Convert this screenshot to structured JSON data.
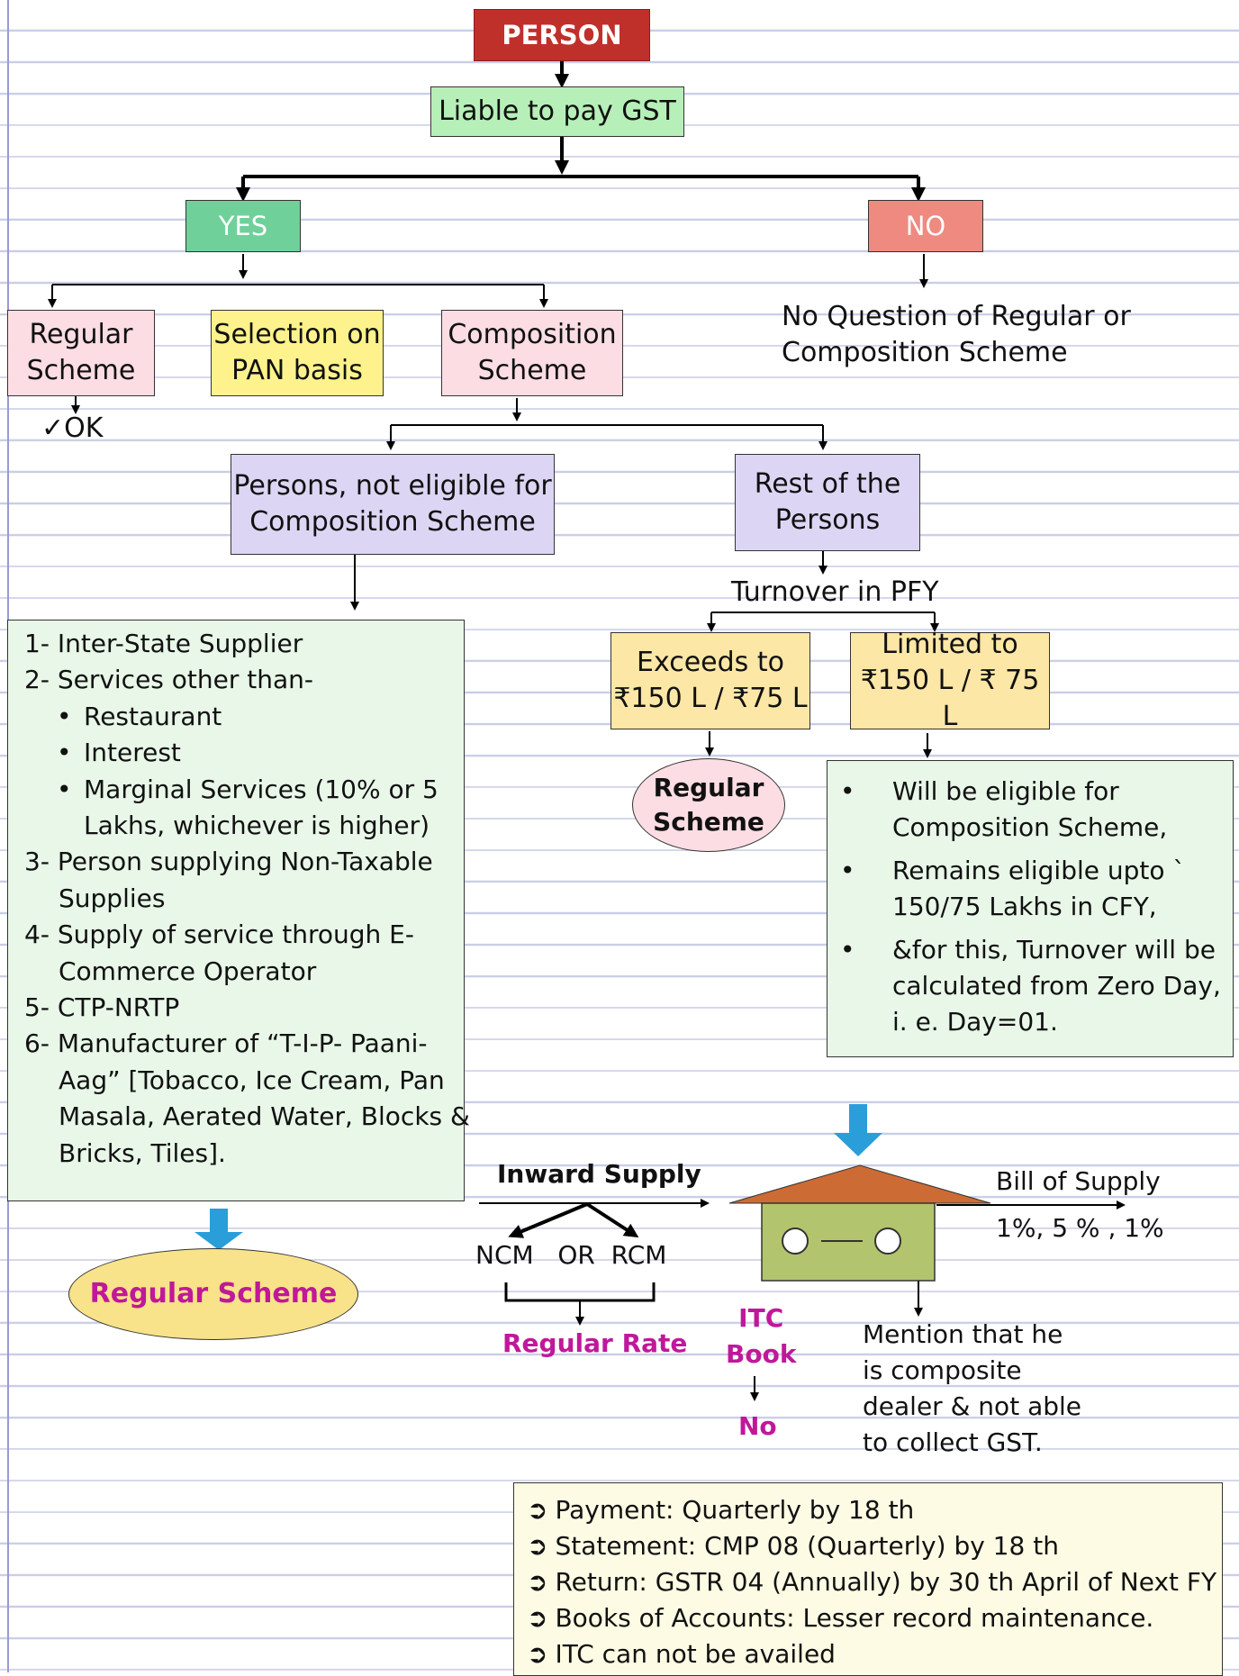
{
  "nodes": {
    "person": "PERSON",
    "liable": "Liable to pay GST",
    "yes": "YES",
    "no": "NO",
    "no_question": [
      "No Question of Regular or",
      "Composition Scheme"
    ],
    "regular_scheme": [
      "Regular",
      "Scheme"
    ],
    "selection_pan": [
      "Selection on",
      "PAN basis"
    ],
    "composition_scheme": [
      "Composition",
      "Scheme"
    ],
    "ok": "OK",
    "not_eligible": [
      "Persons, not eligible for",
      "Composition Scheme"
    ],
    "rest_persons": [
      "Rest of the",
      "Persons"
    ],
    "turnover_pfy": "Turnover in PFY",
    "exceeds": [
      "Exceeds to",
      "₹150 L / ₹75 L"
    ],
    "limited": [
      "Limited to",
      "₹150 L / ₹ 75 L"
    ],
    "regular_oval": [
      "Regular",
      "Scheme"
    ],
    "regular_scheme_bottom": "Regular Scheme",
    "inward_supply": "Inward Supply",
    "ncm_or_rcm": "NCM   OR  RCM",
    "regular_rate": "Regular Rate",
    "itc_book": [
      "ITC",
      "Book"
    ],
    "itc_no": "No",
    "bill_of_supply": "Bill of Supply",
    "rates": "1%, 5 % , 1%",
    "mention": [
      "Mention that he",
      "is composite",
      "dealer & not able",
      "to collect GST."
    ]
  },
  "ineligible_list": [
    "1- Inter-State Supplier",
    "2- Services other than-",
    "Restaurant",
    "Interest",
    "Marginal Services (10% or 5 Lakhs, whichever is higher)",
    "3- Person supplying Non-Taxable Supplies",
    "4- Supply of service through E-Commerce Operator",
    "5- CTP-NRTP",
    "6- Manufacturer of “T-I-P- Paani-Aag” [Tobacco, Ice Cream, Pan Masala, Aerated Water, Blocks & Bricks, Tiles]."
  ],
  "eligible_list": [
    "Will be eligible for Composition Scheme,",
    "Remains eligible upto `  150/75 Lakhs in CFY,",
    "&for this, Turnover will be calculated from Zero Day, i. e. Day=01."
  ],
  "summary_list": [
    "Payment: Quarterly by 18 th",
    "Statement: CMP 08 (Quarterly) by 18 th",
    "Return: GSTR 04 (Annually) by 30 th April of Next FY",
    "Books of Accounts: Lesser record maintenance.",
    "ITC can not be availed"
  ],
  "colors": {
    "person": "#c0302a",
    "liable": "#b6f0b8",
    "yes": "#6fd09a",
    "no": "#ee8a80",
    "pink": "#fcdde4",
    "yellow": "#fdf28c",
    "lavender": "#dcd6f4",
    "sand": "#fde7a6",
    "mint": "#e8f7e8",
    "cream": "#fefbe4",
    "magenta": "#c0189a",
    "blue_arrow": "#2a9ed8",
    "roof": "#cd6b34",
    "house": "#b3c46e"
  },
  "icons": {
    "check": "check-icon",
    "down_arrow": "blue-down-arrow-icon",
    "house": "house-icon",
    "bullet": "arrow-bullet-icon"
  }
}
